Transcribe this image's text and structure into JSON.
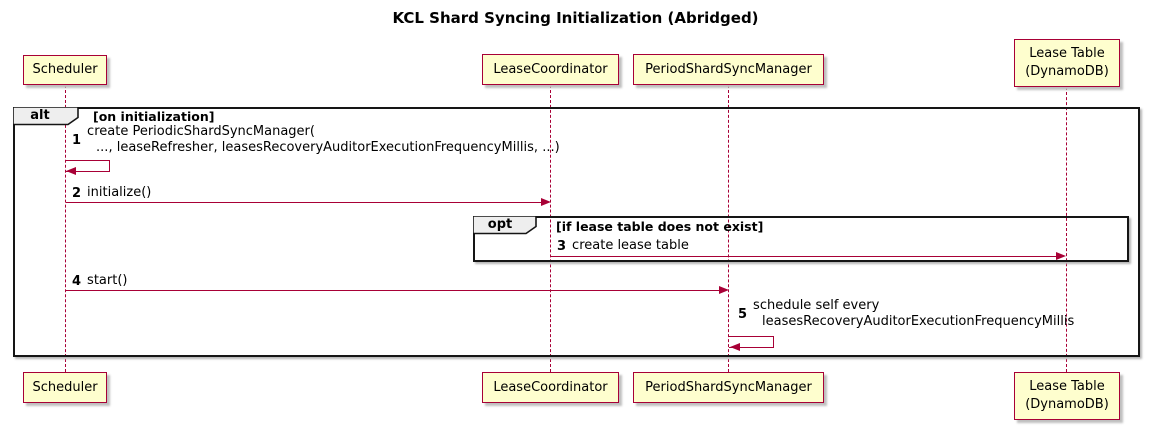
{
  "title": "KCL Shard Syncing Initialization (Abridged)",
  "participants": {
    "scheduler": {
      "label": "Scheduler"
    },
    "lease_coordinator": {
      "label": "LeaseCoordinator"
    },
    "period_shard_sync_manager": {
      "label": "PeriodShardSyncManager"
    },
    "lease_table": {
      "line1": "Lease Table",
      "line2": "(DynamoDB)"
    }
  },
  "frames": {
    "alt": {
      "operator": "alt",
      "guard": "[on initialization]"
    },
    "opt": {
      "operator": "opt",
      "guard": "[if lease table does not exist]"
    }
  },
  "messages": {
    "m1": {
      "num": "1",
      "line1": "create PeriodicShardSyncManager(",
      "line2": "..., leaseRefresher, leasesRecoveryAuditorExecutionFrequencyMillis, ...)"
    },
    "m2": {
      "num": "2",
      "text": "initialize()"
    },
    "m3": {
      "num": "3",
      "text": "create lease table"
    },
    "m4": {
      "num": "4",
      "text": "start()"
    },
    "m5": {
      "num": "5",
      "line1": "schedule self every",
      "line2": "leasesRecoveryAuditorExecutionFrequencyMillis"
    }
  },
  "colors": {
    "participant_fill": "#FEFECE",
    "participant_border": "#A80036",
    "lifeline": "#A80036",
    "arrow": "#A80036",
    "frame_border": "#151515",
    "frame_label_fill": "#EEEEEE",
    "text": "#000000"
  }
}
